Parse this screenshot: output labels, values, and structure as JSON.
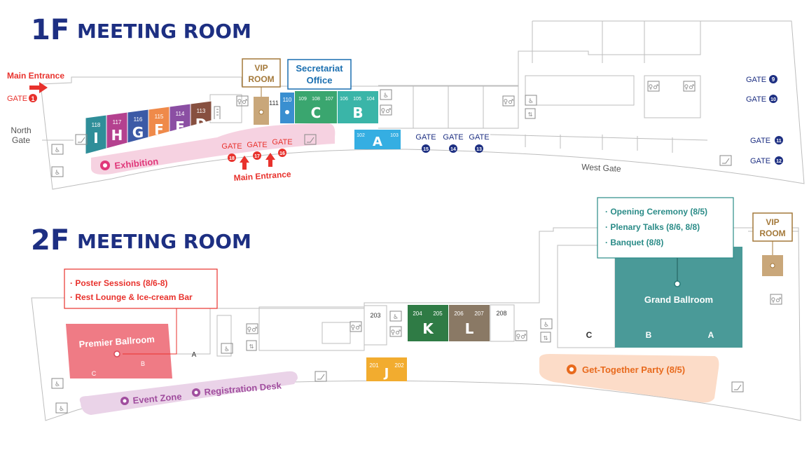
{
  "floor1": {
    "number": "1F",
    "title": "MEETING ROOM",
    "main_entrance_top": "Main Entrance",
    "main_entrance_bottom": "Main Entrance",
    "north_gate": [
      "North",
      "Gate"
    ],
    "west_gate": "West Gate",
    "gates": [
      {
        "label": "GATE",
        "num": "1",
        "color": "#e8322d"
      },
      {
        "label": "GATE",
        "num": "9",
        "color": "#1d2f82"
      },
      {
        "label": "GATE",
        "num": "10",
        "color": "#1d2f82"
      },
      {
        "label": "GATE",
        "num": "11",
        "color": "#1d2f82"
      },
      {
        "label": "GATE",
        "num": "12",
        "color": "#1d2f82"
      },
      {
        "label": "GATE",
        "num": "13",
        "color": "#1d2f82"
      },
      {
        "label": "GATE",
        "num": "14",
        "color": "#1d2f82"
      },
      {
        "label": "GATE",
        "num": "15",
        "color": "#1d2f82"
      },
      {
        "label": "GATE",
        "num": "16",
        "color": "#e8322d"
      },
      {
        "label": "GATE",
        "num": "17",
        "color": "#e8322d"
      },
      {
        "label": "GATE",
        "num": "18",
        "color": "#e8322d"
      }
    ],
    "rooms": [
      {
        "letter": "I",
        "number": "118",
        "color": "#2f8e99"
      },
      {
        "letter": "H",
        "number": "117",
        "color": "#b4418f"
      },
      {
        "letter": "G",
        "number": "116",
        "color": "#3c5aa6"
      },
      {
        "letter": "F",
        "number": "115",
        "color": "#ef8a4a"
      },
      {
        "letter": "E",
        "number": "114",
        "color": "#8b4fa3"
      },
      {
        "letter": "D",
        "number": "113",
        "color": "#875040"
      }
    ],
    "room_c": {
      "letter": "C",
      "numbers": [
        "109",
        "108",
        "107"
      ],
      "color": "#3aa66f"
    },
    "room_b": {
      "letter": "B",
      "numbers": [
        "106",
        "105",
        "104"
      ],
      "color": "#3ab5a8"
    },
    "room_a": {
      "letter": "A",
      "numbers": [
        "102",
        "103"
      ],
      "color": "#35aee2"
    },
    "room_110": "110",
    "room_111": "111",
    "vip_room": [
      "VIP",
      "ROOM"
    ],
    "secretariat": [
      "Secretariat",
      "Office"
    ],
    "exhibition": "Exhibition"
  },
  "floor2": {
    "number": "2F",
    "title": "MEETING ROOM",
    "callout_left": [
      "· Poster Sessions (8/6-8)",
      "· Rest Lounge & Ice-cream Bar"
    ],
    "callout_right": [
      "· Opening Ceremony (8/5)",
      "· Plenary Talks (8/6, 8/8)",
      "· Banquet (8/8)"
    ],
    "premier_ballroom": "Premier Ballroom",
    "premier_parts": [
      "C",
      "B",
      "A"
    ],
    "grand_ballroom": "Grand Ballroom",
    "grand_parts": [
      "C",
      "B",
      "A"
    ],
    "event_zone": "Event Zone",
    "registration_desk": "Registration Desk",
    "get_together": "Get-Together Party (8/5)",
    "vip_room": [
      "VIP",
      "ROOM"
    ],
    "room_k": {
      "letter": "K",
      "numbers": [
        "204",
        "205"
      ],
      "color": "#2f7b45"
    },
    "room_l": {
      "letter": "L",
      "numbers": [
        "206",
        "207"
      ],
      "color": "#8a7965"
    },
    "room_j": {
      "letter": "J",
      "numbers": [
        "201",
        "202"
      ],
      "color": "#f2ac2f"
    },
    "room_203": "203",
    "room_208": "208"
  },
  "colors": {
    "navy": "#1d2f82",
    "red": "#e8322d",
    "teal": "#2a8b87",
    "pink": "#e0387a",
    "purple": "#a04d9e",
    "orange": "#e86a1d",
    "vip": "#a4793a",
    "secretariat": "#1b6fb0"
  }
}
